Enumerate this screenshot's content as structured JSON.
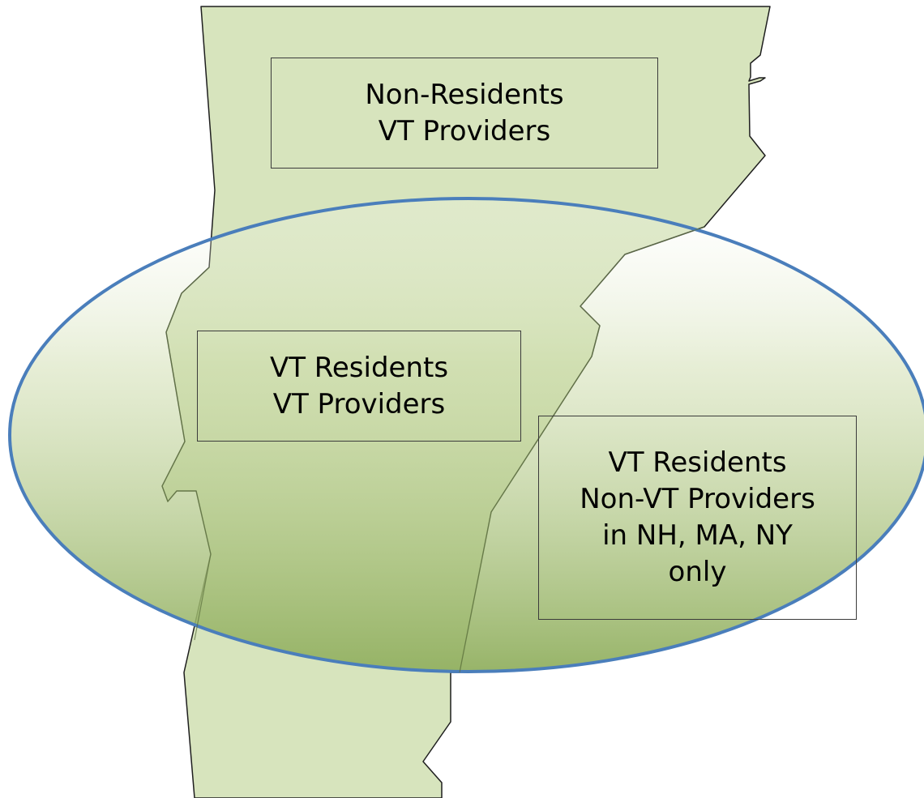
{
  "colors": {
    "state_fill": "#d7e4bd",
    "state_outline": "#1e1e1e",
    "ellipse_stroke": "#4a7ebb",
    "ellipse_fill_top": "#ffffff",
    "ellipse_fill_bottom": "#92b061",
    "box_border": "#3b3b3b"
  },
  "shapes": {
    "state": "vermont-outline",
    "overlay": "ellipse"
  },
  "boxes": {
    "top": {
      "lines": [
        "Non-Residents",
        "VT Providers"
      ]
    },
    "middle": {
      "lines": [
        "VT Residents",
        "VT Providers"
      ]
    },
    "right": {
      "lines": [
        "VT Residents",
        "Non-VT Providers",
        "in NH, MA, NY",
        "only"
      ]
    }
  }
}
